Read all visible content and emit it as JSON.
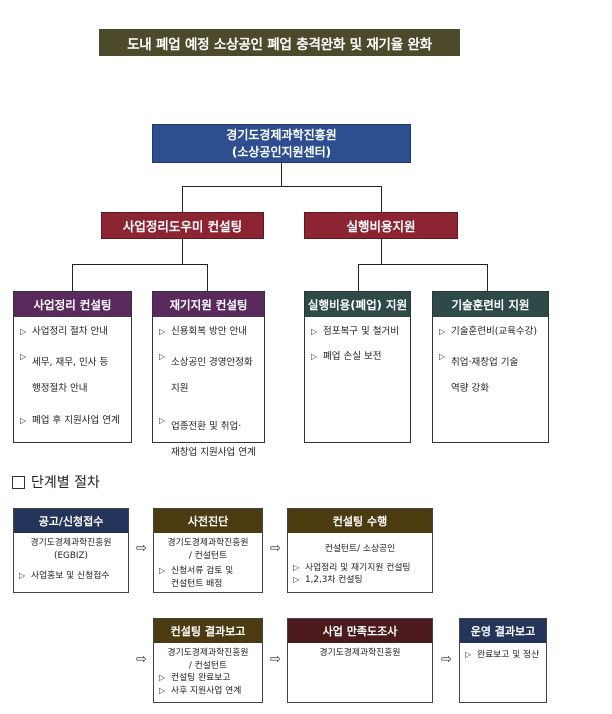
{
  "title": "도내 폐업 예정 소상공인 폐업 충격완화 및 재기율 완화",
  "org": {
    "line1": "경기도경제과학진흥원",
    "line2": "(소상공인지원센터)"
  },
  "branches": [
    "사업정리도우미 컨설팅",
    "실행비용지원"
  ],
  "units": [
    {
      "title": "사업정리 컨설팅",
      "items": [
        "사업정리 절차 안내",
        "세무, 재무, 인사 등\n행정절차 안내",
        "폐업 후 지원사업 연계"
      ]
    },
    {
      "title": "재기지원 컨설팅",
      "items": [
        "신용회복 방안 안내",
        "소상공인 경영안정화\n지원",
        "업종전환 및 취업·\n재창업 지원사업 연계"
      ]
    },
    {
      "title": "실행비용(폐업) 지원",
      "items": [
        "점포복구 및 철거비",
        "폐업 손실 보전"
      ]
    },
    {
      "title": "기술훈련비 지원",
      "items": [
        "기술훈련비(교육수강)",
        "취업·재창업 기술\n역량 강화"
      ]
    }
  ],
  "section_title": "단계별 절차",
  "steps": [
    {
      "title": "공고/신청접수",
      "lines": [
        "경기도경제과학진흥원",
        "(EGBIZ)"
      ],
      "bullets": [
        "사업홍보 및 신청접수"
      ]
    },
    {
      "title": "사전진단",
      "lines": [
        "경기도경제과학진흥원",
        "/ 컨설턴트"
      ],
      "bullets": [
        "신청서류 검토 및\n컨설턴트 배정"
      ]
    },
    {
      "title": "컨설팅 수행",
      "lines": [
        "컨설턴트/ 소상공인"
      ],
      "bullets": [
        "사업정리 및 재기지원 컨설팅",
        "1,2,3차 컨설팅"
      ]
    },
    {
      "title": "컨설팅 결과보고",
      "lines": [
        "경기도경제과학진흥원",
        "/ 컨설턴트"
      ],
      "bullets": [
        "컨설팅 완료보고",
        "사후 지원사업 연계"
      ]
    },
    {
      "title": "사업 만족도조사",
      "lines": [
        "경기도경제과학진흥원"
      ],
      "bullets": []
    },
    {
      "title": "운영 결과보고",
      "lines": [],
      "bullets": [
        "완료보고 및 정산"
      ]
    }
  ],
  "arrow_glyph": "⇨",
  "bullet_glyph": "▷"
}
